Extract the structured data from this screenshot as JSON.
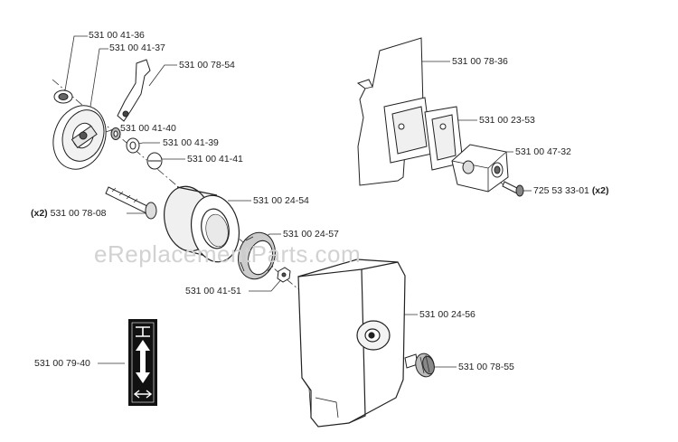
{
  "watermark": "eReplacementParts.com",
  "parts": [
    {
      "id": "p1",
      "number": "531 00 41-36",
      "qty": ""
    },
    {
      "id": "p2",
      "number": "531 00 41-37",
      "qty": ""
    },
    {
      "id": "p3",
      "number": "531 00 78-54",
      "qty": ""
    },
    {
      "id": "p4",
      "number": "531 00 41-40",
      "qty": ""
    },
    {
      "id": "p5",
      "number": "531 00 41-39",
      "qty": ""
    },
    {
      "id": "p6",
      "number": "531 00 41-41",
      "qty": ""
    },
    {
      "id": "p7",
      "number": "531 00 78-08",
      "qty": "(x2)"
    },
    {
      "id": "p8",
      "number": "531 00 24-54",
      "qty": ""
    },
    {
      "id": "p9",
      "number": "531 00 24-57",
      "qty": ""
    },
    {
      "id": "p10",
      "number": "531 00 41-51",
      "qty": ""
    },
    {
      "id": "p11",
      "number": "531 00 24-56",
      "qty": ""
    },
    {
      "id": "p12",
      "number": "531 00 78-55",
      "qty": ""
    },
    {
      "id": "p13",
      "number": "531 00 79-40",
      "qty": ""
    },
    {
      "id": "p14",
      "number": "531 00 78-36",
      "qty": ""
    },
    {
      "id": "p15",
      "number": "531 00 23-53",
      "qty": ""
    },
    {
      "id": "p16",
      "number": "531 00 47-32",
      "qty": ""
    },
    {
      "id": "p17",
      "number": "725 53 33-01",
      "qty": "(x2)"
    }
  ]
}
